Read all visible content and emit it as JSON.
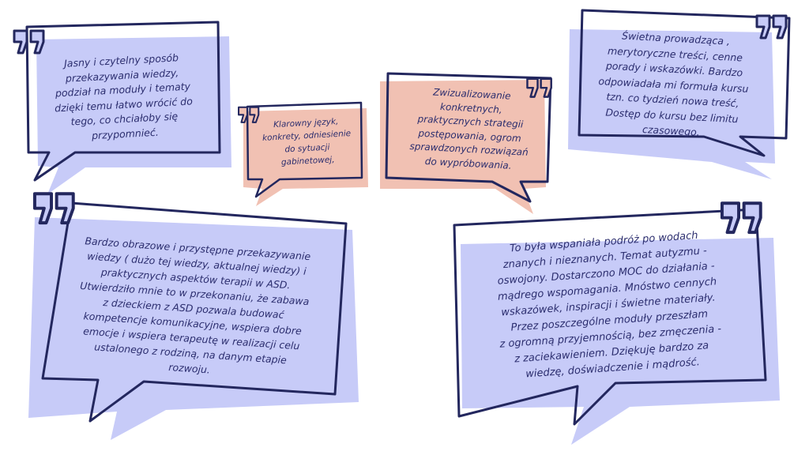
{
  "colors": {
    "outline": "#23275e",
    "lavender": "#c7cbf8",
    "peach": "#f1c1b3"
  },
  "testimonials": [
    {
      "text": "Jasny i czytelny sposób\nprzekazywania wiedzy,\npodział na moduły i tematy\ndzięki temu łatwo wrócić do\ntego, co chciałoby się\nprzypomnieć.",
      "icon": "quote-icon"
    },
    {
      "text": "Klarowny język,\nkonkrety, odniesienie\ndo sytuacji\ngabinetowej,",
      "icon": "quote-icon"
    },
    {
      "text": "Zwizualizowanie\nkonkretnych,\npraktycznych strategii\npostępowania, ogrom\nsprawdzonych rozwiązań\ndo wypróbowania.",
      "icon": "quote-icon"
    },
    {
      "text": "Świetna prowadząca ,\nmerytoryczne treści, cenne\nporady i wskazówki. Bardzo\nodpowiadała mi formuła kursu\ntzn. co tydzień nowa treść,\nDostęp do kursu bez limitu\nczasowego.",
      "icon": "quote-icon"
    },
    {
      "text": "Bardzo obrazowe i przystępne przekazywanie\nwiedzy ( dużo tej wiedzy, aktualnej wiedzy) i\npraktycznych aspektów terapii w ASD.\nUtwierdziło mnie to w przekonaniu, że zabawa\nz dzieckiem z ASD pozwala budować\nkompetencje komunikacyjne, wspiera dobre\nemocje i wspiera terapeutę w realizacji celu\nustalonego z rodziną, na danym etapie\nrozwoju.",
      "icon": "quote-icon"
    },
    {
      "text": "To była wspaniała podróż po wodach\nznanych i nieznanych. Temat autyzmu -\noswojony. Dostarczono MOC do działania -\nmądrego wspomagania. Mnóstwo cennych\nwskazówek, inspiracji i świetne materiały.\nPrzez poszczególne moduły przeszłam\nz ogromną przyjemnością, bez zmęczenia -\nz zaciekawieniem. Dziękuję bardzo za\nwiedzę, doświadczenie i mądrość.",
      "icon": "quote-icon"
    }
  ]
}
